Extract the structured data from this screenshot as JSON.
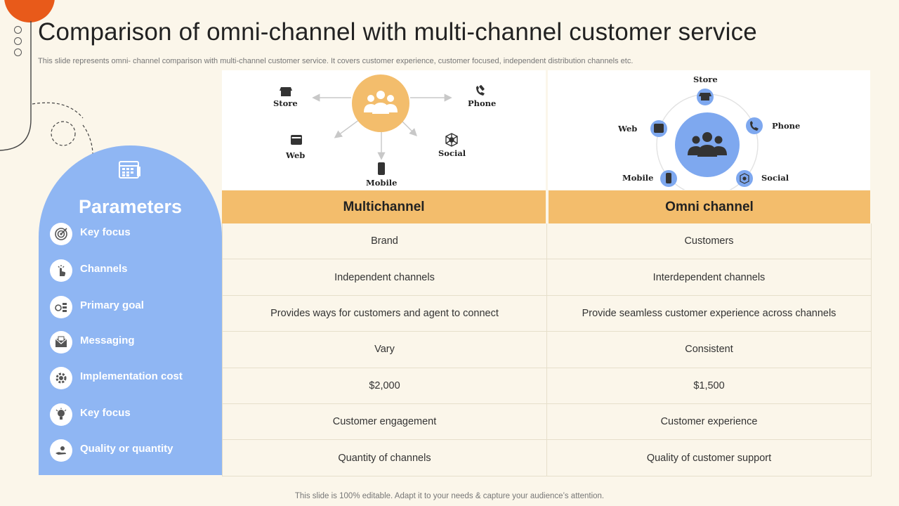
{
  "title": "Comparison of omni-channel with multi-channel customer service",
  "subtitle": "This slide represents omni- channel comparison with multi-channel customer service. It covers customer experience, customer focused, independent distribution channels etc.",
  "parameters": {
    "heading": "Parameters",
    "items": [
      {
        "label": "Key focus",
        "icon": "target-icon"
      },
      {
        "label": "Channels",
        "icon": "touch-icon"
      },
      {
        "label": "Primary goal",
        "icon": "goal-icon"
      },
      {
        "label": "Messaging",
        "icon": "envelope-icon"
      },
      {
        "label": "Implementation cost",
        "icon": "gear-icon"
      },
      {
        "label": "Key focus",
        "icon": "lightbulb-icon"
      },
      {
        "label": "Quality or quantity",
        "icon": "hand-icon"
      }
    ]
  },
  "multichannel_diagram": {
    "nodes": {
      "store": "Store",
      "phone": "Phone",
      "web": "Web",
      "social": "Social",
      "mobile": "Mobile"
    }
  },
  "omnichannel_diagram": {
    "nodes": {
      "store": "Store",
      "phone": "Phone",
      "web": "Web",
      "social": "Social",
      "mobile": "Mobile"
    }
  },
  "table": {
    "headers": [
      "Multichannel",
      "Omni channel"
    ],
    "rows": [
      [
        "Brand",
        "Customers"
      ],
      [
        "Independent channels",
        "Interdependent channels"
      ],
      [
        "Provides ways for customers and agent to connect",
        "Provide seamless customer experience across channels"
      ],
      [
        "Vary",
        "Consistent"
      ],
      [
        "$2,000",
        "$1,500"
      ],
      [
        "Customer engagement",
        "Customer experience"
      ],
      [
        "Quantity of channels",
        "Quality of customer support"
      ]
    ]
  },
  "footer": "This slide is 100% editable. Adapt it to your needs & capture your audience’s attention.",
  "colors": {
    "accent_orange": "#f3bd6c",
    "panel_blue": "#8fb6f3",
    "deco_orange": "#e85a1a",
    "hub_orange": "#f3bd6c",
    "hub_blue": "#7ea8ef"
  }
}
